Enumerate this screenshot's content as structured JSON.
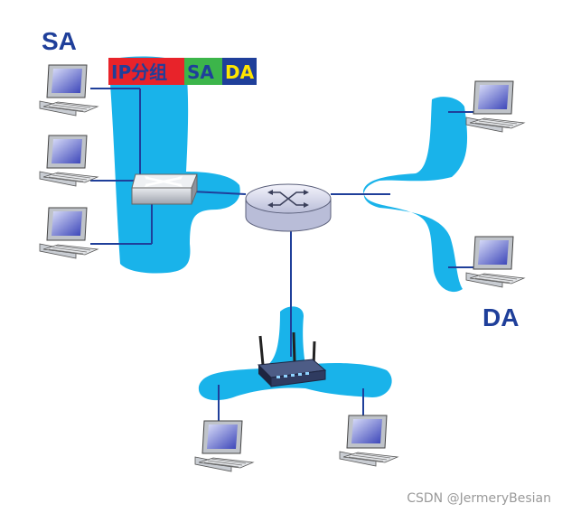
{
  "labels": {
    "source": "SA",
    "destination": "DA"
  },
  "packet": {
    "segments": [
      {
        "text": "IP分组",
        "bg": "#e8232a",
        "fg": "#1f3f9a"
      },
      {
        "text": "SA",
        "bg": "#3cb54a",
        "fg": "#1f3f9a"
      },
      {
        "text": "DA",
        "bg": "#1f3f9a",
        "fg": "#ffe600"
      }
    ]
  },
  "colors": {
    "lan": "#19b3ea",
    "link": "#1f3f9a",
    "label": "#1f3f9a"
  },
  "watermark": "CSDN @JermeryBesian"
}
